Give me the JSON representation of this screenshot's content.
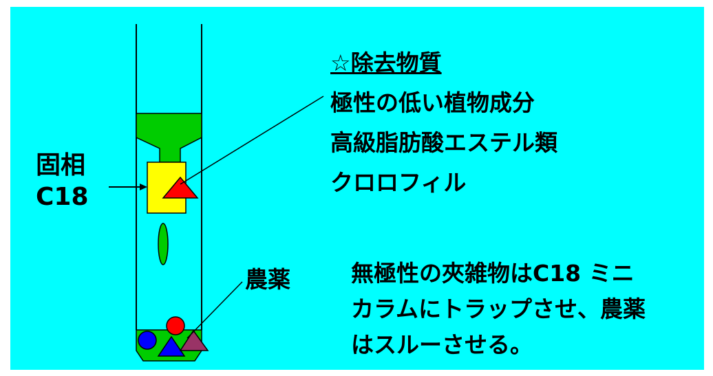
{
  "colors": {
    "background": "#00ffff",
    "sorbent": "#ffff00",
    "frit": "#00cc00",
    "particle_green": "#00cc00",
    "triangle_red": "#ff0000",
    "circle_red": "#ff0000",
    "circle_blue": "#0000ff",
    "triangle_blue": "#0000ff",
    "triangle_purple": "#993366"
  },
  "solid_phase_label": {
    "line1": "固相",
    "line2": "C18"
  },
  "removed_substances": {
    "heading": "☆除去物質",
    "items": [
      "極性の低い植物成分",
      "高級脂肪酸エステル類",
      "クロロフィル"
    ]
  },
  "pesticide_label": "農薬",
  "note": {
    "lines": [
      "無極性の夾雑物はC18 ミニ",
      "カラムにトラップさせ、農薬",
      "はスルーさせる。"
    ]
  }
}
